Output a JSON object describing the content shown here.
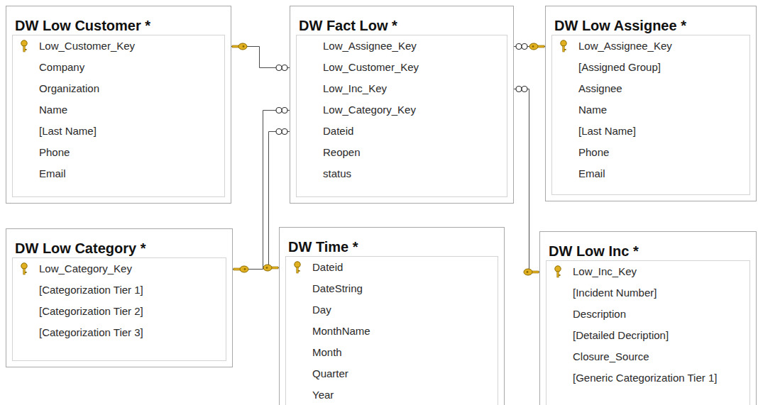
{
  "diagram": {
    "nodes": [
      {
        "text": [
          "DW Low Customer *",
          "Low_Customer_Key",
          "Company",
          "Organization",
          "Name",
          "[Last Name]",
          "Phone",
          "Email"
        ]
      },
      {
        "text": [
          "DW Fact Low *",
          "Low_Assignee_Key",
          "Low_Customer_Key",
          "Low_Inc_Key",
          "Low_Category_Key",
          "Dateid",
          "Reopen",
          "status"
        ]
      },
      {
        "text": [
          "DW Low Assignee *",
          "Low_Assignee_Key",
          "[Assigned Group]",
          "Assignee",
          "Name",
          "[Last Name]",
          "Phone",
          "Email"
        ]
      },
      {
        "text": [
          "DW Low Category *",
          "Low_Category_Key",
          "[Categorization Tier 1]",
          "[Categorization Tier 2]",
          "[Categorization Tier 3]"
        ]
      },
      {
        "text": [
          "DW Time *",
          "Dateid",
          "DateString",
          "Day",
          "MonthName",
          "Month",
          "Quarter",
          "Year"
        ]
      },
      {
        "text": [
          "DW Low Inc *",
          "Low_Inc_Key",
          "[Incident Number]",
          "Description",
          "[Detailed Decription]",
          "Closure_Source",
          "[Generic Categorization Tier 1]"
        ]
      }
    ],
    "edges": [
      {
        "from": 1,
        "to": 0,
        "arrow": "none"
      },
      {
        "from": 1,
        "to": 2,
        "arrow": "none"
      },
      {
        "from": 1,
        "to": 3,
        "arrow": "none"
      },
      {
        "from": 1,
        "to": 4,
        "arrow": "none"
      },
      {
        "from": 1,
        "to": 5,
        "arrow": "none"
      }
    ]
  }
}
